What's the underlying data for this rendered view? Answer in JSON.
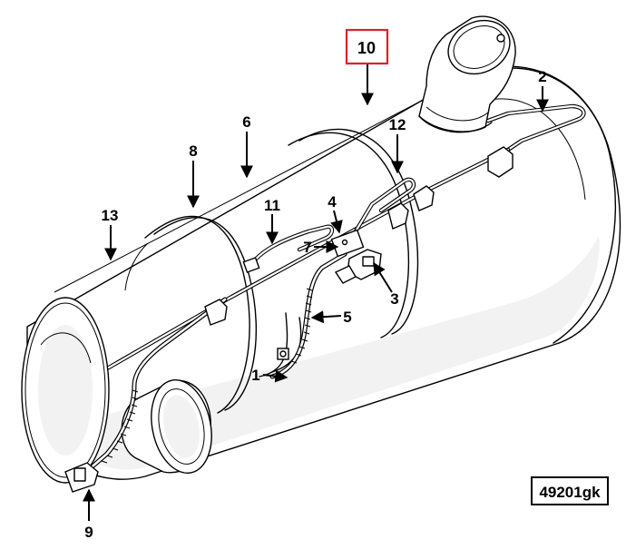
{
  "figure": {
    "id_label": "49201gk",
    "highlight_color": "#d9232e",
    "line_color": "#000000",
    "background": "#ffffff"
  },
  "callouts": [
    {
      "id": "c1",
      "text": "1"
    },
    {
      "id": "c2",
      "text": "2"
    },
    {
      "id": "c3",
      "text": "3"
    },
    {
      "id": "c4",
      "text": "4"
    },
    {
      "id": "c5",
      "text": "5"
    },
    {
      "id": "c6",
      "text": "6"
    },
    {
      "id": "c7",
      "text": "7"
    },
    {
      "id": "c8",
      "text": "8"
    },
    {
      "id": "c9",
      "text": "9"
    },
    {
      "id": "c10",
      "text": "10",
      "highlighted": true
    },
    {
      "id": "c11",
      "text": "11"
    },
    {
      "id": "c12",
      "text": "12"
    },
    {
      "id": "c13",
      "text": "13"
    }
  ]
}
